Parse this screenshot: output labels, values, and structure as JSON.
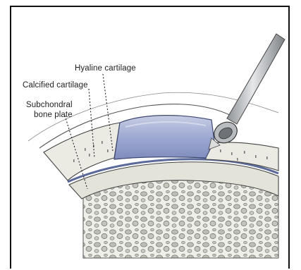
{
  "labels": {
    "hyaline": "Hyaline cartilage",
    "calcified": "Calcified cartilage",
    "subchondral_line1": "Subchondral",
    "subchondral_line2": "bone plate"
  },
  "colors": {
    "frame": "#111111",
    "defect_fill": "#9aa7d0",
    "tidemark": "#5a6a9a",
    "cartilage": "#e9e8e0",
    "bone": "#d8d8d2",
    "instrument": "#b9bcc0"
  }
}
